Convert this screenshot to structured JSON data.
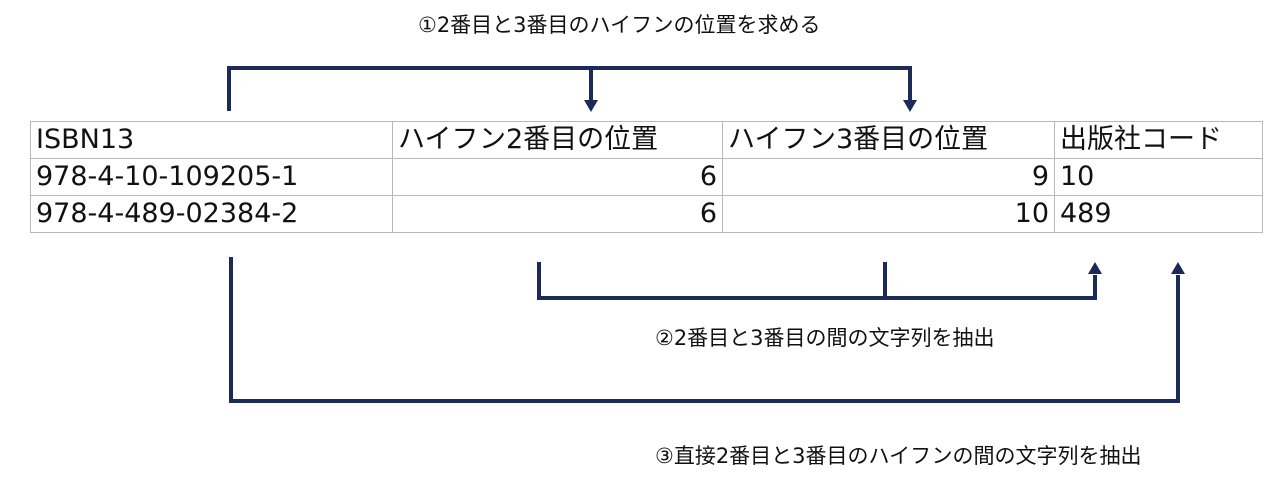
{
  "captions": {
    "step1": "①2番目と3番目のハイフンの位置を求める",
    "step2": "②2番目と3番目の間の文字列を抽出",
    "step3": "③直接2番目と3番目のハイフンの間の文字列を抽出"
  },
  "table": {
    "headers": [
      "ISBN13",
      "ハイフン2番目の位置",
      "ハイフン3番目の位置",
      "出版社コード"
    ],
    "rows": [
      [
        "978-4-10-109205-1",
        "6",
        "9",
        "10"
      ],
      [
        "978-4-489-02384-2",
        "6",
        "10",
        "489"
      ]
    ]
  },
  "colors": {
    "connector": "#1b2a57",
    "grid": "#b8b8b8"
  }
}
